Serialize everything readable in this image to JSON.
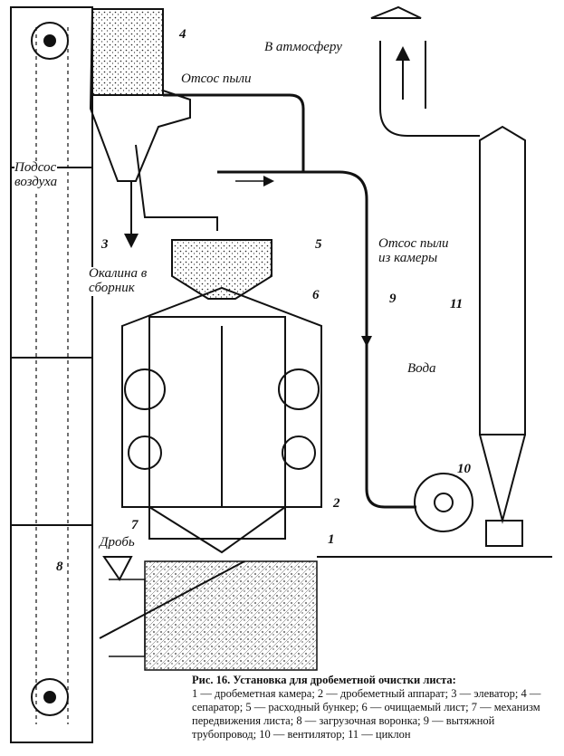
{
  "labels": {
    "atmosphere": "В атмосферу",
    "dust_suction": "Отсос пыли",
    "air_intake": "Подсос\nвоздуха",
    "scale": "Окалина в\nсборник",
    "chamber_dust": "Отсос пыли\nиз камеры",
    "water": "Вода",
    "shot": "Дробь"
  },
  "numbers": {
    "n1": "1",
    "n2": "2",
    "n3": "3",
    "n4": "4",
    "n5": "5",
    "n6": "6",
    "n7": "7",
    "n8": "8",
    "n9": "9",
    "n10": "10",
    "n11": "11"
  },
  "caption": {
    "title": "Рис. 16. Установка для дробеметной очистки листа:",
    "text": "1 — дробеметная камера; 2 — дробеметный аппарат; 3 — элеватор; 4 — сепаратор; 5 — расходный бункер; 6 — очищаемый лист; 7 — механизм передвижения листа; 8 — загрузочная воронка; 9 — вытяжной трубопровод; 10 — вентилятор; 11 — циклон"
  }
}
